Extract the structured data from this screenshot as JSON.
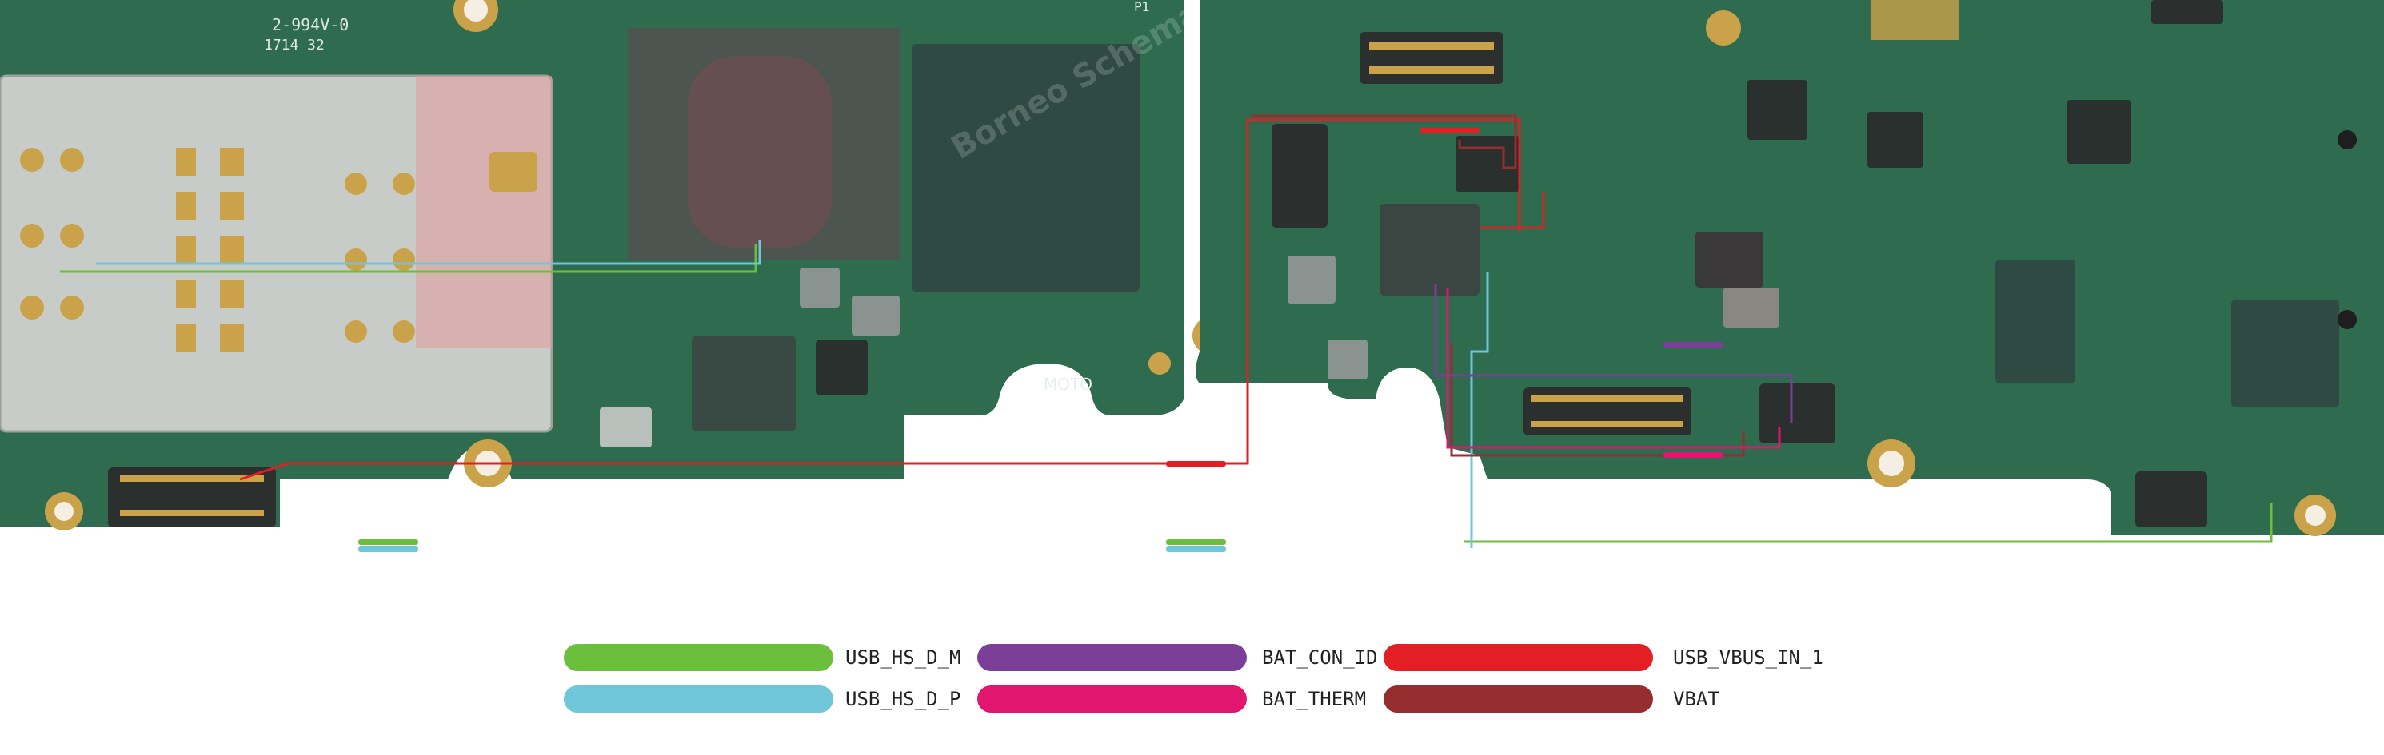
{
  "board": {
    "chip_marking_left": "2-994V-0",
    "chip_code_left": "1714 32",
    "silkscreen_moto": "MOTO",
    "silkscreen_p1": "P1",
    "watermark": "Borneo Schematics",
    "colors": {
      "pcb": "#2f6b4e",
      "pcb_dark": "#1f4a36",
      "pad_gold": "#c9a24a",
      "shield": "#c8ccc9",
      "connector": "#2b2f2d",
      "chip": "#2e4a42"
    }
  },
  "nets": [
    {
      "name": "USB_HS_D_M",
      "color": "#6cbf3c"
    },
    {
      "name": "BAT_CON_ID",
      "color": "#7b3f98"
    },
    {
      "name": "USB_VBUS_IN_1",
      "color": "#e31e24"
    },
    {
      "name": "USB_HS_D_P",
      "color": "#6ec6d8"
    },
    {
      "name": "BAT_THERM",
      "color": "#e0166f"
    },
    {
      "name": "VBAT",
      "color": "#962d2e"
    }
  ]
}
